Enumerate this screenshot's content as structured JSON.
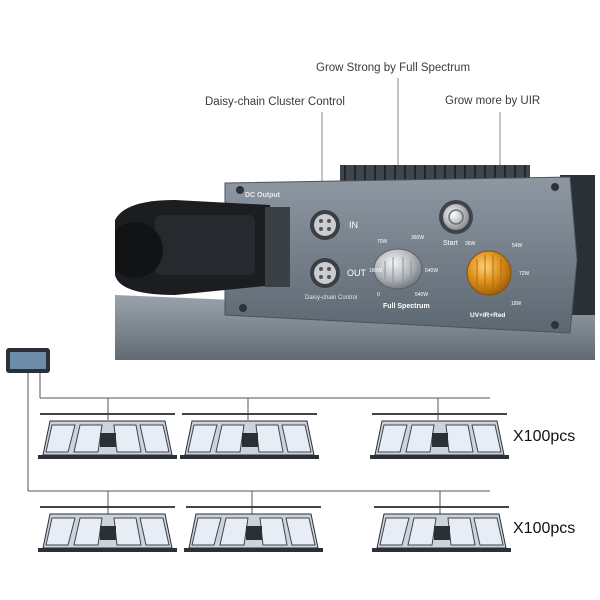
{
  "callouts": {
    "daisy_chain": "Daisy-chain Cluster Control",
    "full_spectrum": "Grow Strong by Full Spectrum",
    "uir": "Grow more by UIR"
  },
  "driver_panel": {
    "dc_output": "DC Output",
    "in_label": "IN",
    "out_label": "OUT",
    "daisy_label": "Daisy-chain Control",
    "full_spectrum_label": "Full Spectrum",
    "full_spectrum_ticks": [
      "70W",
      "360W",
      "540W",
      "0",
      "180W",
      "540W"
    ],
    "start_label": "Start",
    "uir_label": "UV+IR+Red",
    "uir_ticks": [
      "36W",
      "54W",
      "72W",
      "18W"
    ]
  },
  "rows": [
    {
      "multiplier": "X100pcs"
    },
    {
      "multiplier": "X100pcs"
    }
  ],
  "colors": {
    "panel": "#6f7a85",
    "knob_orange": "#e0921e",
    "bar_light": "#dfe6f2",
    "frame_dark": "#2b2f36"
  }
}
